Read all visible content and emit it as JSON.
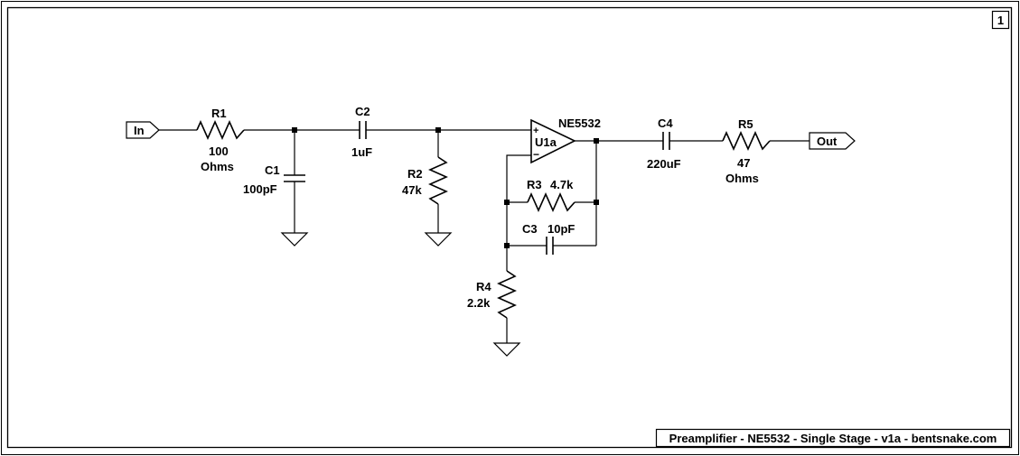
{
  "sheet": {
    "number": "1",
    "title": "Preamplifier - NE5532 - Single Stage - v1a - bentsnake.com"
  },
  "ports": {
    "in": "In",
    "out": "Out"
  },
  "components": {
    "r1": {
      "ref": "R1",
      "value": "100",
      "value2": "Ohms"
    },
    "c1": {
      "ref": "C1",
      "value": "100pF"
    },
    "c2": {
      "ref": "C2",
      "value": "1uF"
    },
    "r2": {
      "ref": "R2",
      "value": "47k"
    },
    "u1": {
      "ref": "U1a",
      "part": "NE5532",
      "plus": "+",
      "minus": "−"
    },
    "r3": {
      "ref": "R3",
      "value": "4.7k"
    },
    "c3": {
      "ref": "C3",
      "value": "10pF"
    },
    "r4": {
      "ref": "R4",
      "value": "2.2k"
    },
    "c4": {
      "ref": "C4",
      "value": "220uF"
    },
    "r5": {
      "ref": "R5",
      "value": "47",
      "value2": "Ohms"
    }
  }
}
